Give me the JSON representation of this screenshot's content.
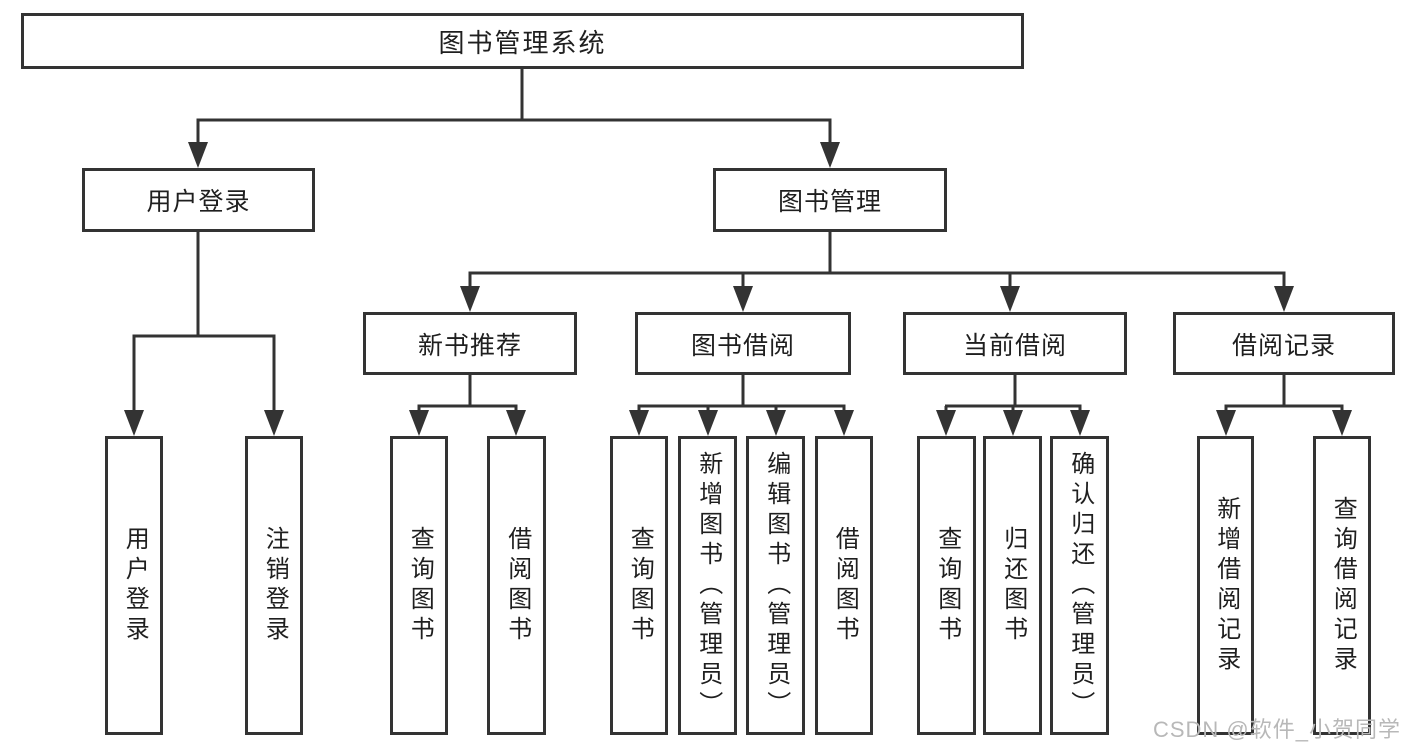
{
  "diagram": {
    "title": "图书管理系统",
    "level2": [
      {
        "label": "用户登录"
      },
      {
        "label": "图书管理"
      }
    ],
    "level3": [
      {
        "label": "新书推荐",
        "parent": "图书管理"
      },
      {
        "label": "图书借阅",
        "parent": "图书管理"
      },
      {
        "label": "当前借阅",
        "parent": "图书管理"
      },
      {
        "label": "借阅记录",
        "parent": "图书管理"
      }
    ],
    "leaves": [
      {
        "label": "用户登录",
        "parent": "用户登录"
      },
      {
        "label": "注销登录",
        "parent": "用户登录"
      },
      {
        "label": "查询图书",
        "parent": "新书推荐"
      },
      {
        "label": "借阅图书",
        "parent": "新书推荐"
      },
      {
        "label": "查询图书",
        "parent": "图书借阅"
      },
      {
        "label": "新增图书（管理员）",
        "parent": "图书借阅"
      },
      {
        "label": "编辑图书（管理员）",
        "parent": "图书借阅"
      },
      {
        "label": "借阅图书",
        "parent": "图书借阅"
      },
      {
        "label": "查询图书",
        "parent": "当前借阅"
      },
      {
        "label": "归还图书",
        "parent": "当前借阅"
      },
      {
        "label": "确认归还（管理员）",
        "parent": "当前借阅"
      },
      {
        "label": "新增借阅记录",
        "parent": "借阅记录"
      },
      {
        "label": "查询借阅记录",
        "parent": "借阅记录"
      }
    ],
    "watermark": "CSDN @软件_小贺同学",
    "colors": {
      "line": "#333333",
      "box_border": "#333333",
      "text": "#1f1f1f",
      "watermark": "#b8b8b8",
      "background": "#ffffff"
    }
  }
}
